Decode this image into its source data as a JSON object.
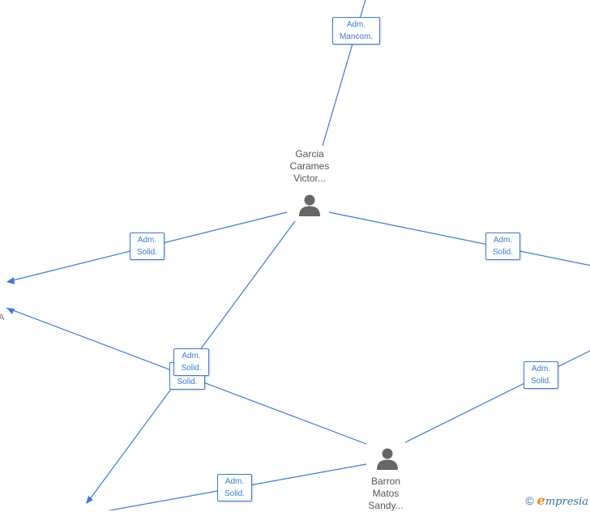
{
  "nodes": {
    "garcia": {
      "lines": [
        "Garcia",
        "Carames",
        "Victor..."
      ]
    },
    "barron": {
      "lines": [
        "Barron",
        "Matos",
        "Sandy..."
      ]
    }
  },
  "roles": {
    "adm_mancom": [
      "Adm.",
      "Mancom."
    ],
    "adm_solid": [
      "Adm.",
      "Solid."
    ]
  },
  "partial_labels": {
    "left_edge": "A"
  },
  "footer": {
    "copyright": "©",
    "brand_e": "e",
    "brand_rest": "mpresia"
  },
  "colors": {
    "edge": "#3a7bd5",
    "person": "#666666",
    "brand_orange": "#e8891e"
  }
}
